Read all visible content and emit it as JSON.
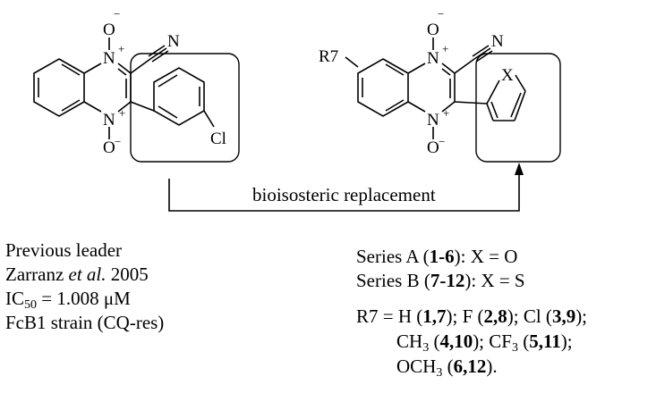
{
  "scheme": {
    "left_molecule": {
      "atoms": {
        "n_top": "N",
        "n_top_charge": "+",
        "o_top": "O",
        "o_top_charge": "−",
        "n_bottom": "N",
        "n_bottom_charge": "+",
        "o_bottom": "O",
        "o_bottom_charge": "−",
        "nitrile_n": "N",
        "chloro": "Cl"
      }
    },
    "right_molecule": {
      "atoms": {
        "r_group": "R7",
        "n_top": "N",
        "n_top_charge": "+",
        "o_top": "O",
        "o_top_charge": "−",
        "n_bottom": "N",
        "n_bottom_charge": "+",
        "o_bottom": "O",
        "o_bottom_charge": "−",
        "nitrile_n": "N",
        "hetero_x": "X"
      }
    },
    "arrow_label": "bioisosteric replacement"
  },
  "leader": {
    "line1": "Previous leader",
    "line2_author": "Zarranz ",
    "line2_etal": "et al.",
    "line2_year": " 2005",
    "ic50_prefix": "IC",
    "ic50_sub": "50",
    "ic50_value": " = 1.008 μM",
    "strain": "FcB1 strain (CQ-res)"
  },
  "series": {
    "a_label": "Series A  (",
    "a_compounds": "1-6",
    "a_suffix": "): X = O",
    "b_label": "Series B (",
    "b_compounds": "7-12",
    "b_suffix": "): X = S"
  },
  "substituents": {
    "line1_p1": "R7 = H (",
    "line1_b1": "1,7",
    "line1_p2": "); F (",
    "line1_b2": "2,8",
    "line1_p3": "); Cl (",
    "line1_b3": "3,9",
    "line1_p4": ");",
    "line2_p1": "CH",
    "line2_sub1": "3",
    "line2_p2": " (",
    "line2_b1": "4,10",
    "line2_p3": "); CF",
    "line2_sub2": "3",
    "line2_p4": " (",
    "line2_b2": "5,11",
    "line2_p5": ");",
    "line3_p1": "OCH",
    "line3_sub1": "3",
    "line3_p2": " (",
    "line3_b1": "6,12",
    "line3_p3": ")."
  }
}
